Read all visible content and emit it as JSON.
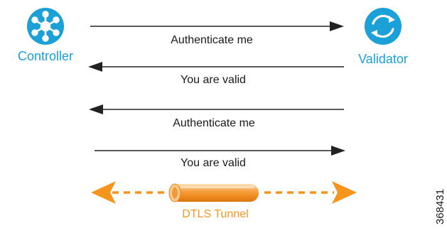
{
  "entities": {
    "left": {
      "label": "Controller",
      "icon": "network-hub-icon"
    },
    "right": {
      "label": "Validator",
      "icon": "refresh-cycle-icon"
    }
  },
  "messages": [
    {
      "label": "Authenticate me",
      "direction": "right"
    },
    {
      "label": "You are valid",
      "direction": "left"
    },
    {
      "label": "Authenticate me",
      "direction": "left"
    },
    {
      "label": "You are valid",
      "direction": "right"
    }
  ],
  "tunnel": {
    "label": "DTLS Tunnel",
    "style": "dashed-bidirectional"
  },
  "figure_id": "368431",
  "colors": {
    "icon_blue": "#1ba0d7",
    "label_blue": "#1ba0d7",
    "arrow": "#222222",
    "tunnel_orange": "#f7941d",
    "text": "#1a1a1a"
  }
}
